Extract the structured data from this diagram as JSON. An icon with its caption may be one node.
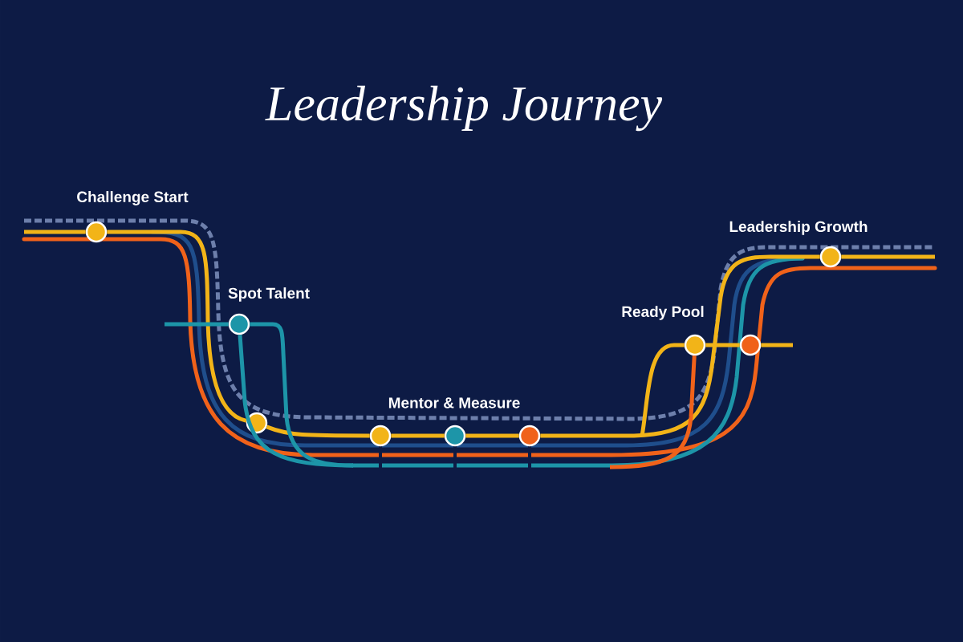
{
  "diagram": {
    "title": "Leadership Journey",
    "nodes": [
      {
        "text": [],
        "shape": "circle",
        "beside": [
          "Challenge Start"
        ]
      },
      {
        "text": [],
        "shape": "circle",
        "beside": [
          "Spot Talent"
        ]
      },
      {
        "text": [],
        "shape": "circle"
      },
      {
        "text": [],
        "shape": "circle"
      },
      {
        "text": [],
        "shape": "circle"
      },
      {
        "text": [],
        "shape": "circle"
      },
      {
        "text": [],
        "shape": "circle",
        "beside": [
          "Ready Pool"
        ]
      },
      {
        "text": [],
        "shape": "circle"
      },
      {
        "text": [],
        "shape": "circle",
        "beside": [
          "Leadership Growth"
        ]
      }
    ],
    "edges": [
      {
        "from": null,
        "to": 0,
        "arrow": "none"
      },
      {
        "from": 0,
        "to": 2,
        "arrow": "none"
      },
      {
        "from": 2,
        "to": 3,
        "arrow": "none"
      },
      {
        "from": 3,
        "to": 4,
        "arrow": "none"
      },
      {
        "from": 4,
        "to": 5,
        "arrow": "none"
      },
      {
        "from": 5,
        "to": 8,
        "arrow": "none"
      },
      {
        "from": 8,
        "to": null,
        "arrow": "none"
      },
      {
        "from": 6,
        "to": 7,
        "arrow": "none"
      },
      {
        "from": 7,
        "to": null,
        "arrow": "none"
      },
      {
        "from": null,
        "to": 6,
        "arrow": "none"
      },
      {
        "from": 6,
        "to": null,
        "arrow": "none",
        "color": "#f0621a"
      },
      {
        "from": null,
        "to": 1,
        "arrow": "none",
        "color": "#1d95a8"
      },
      {
        "from": 1,
        "to": null,
        "arrow": "none",
        "color": "#1d95a8"
      },
      {
        "from": 1,
        "to": null,
        "arrow": "none",
        "color": "#1d95a8"
      }
    ],
    "labels": [
      "Mentor & Measure"
    ]
  }
}
